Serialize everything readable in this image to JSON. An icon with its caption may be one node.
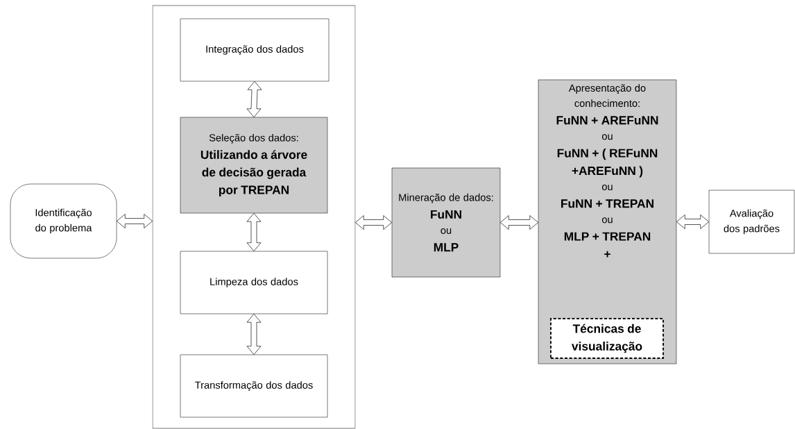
{
  "diagram": {
    "nodes": [
      {
        "text": [
          "Identificação do problema"
        ]
      },
      {
        "text": [],
        "shape": "box"
      },
      {
        "text": [
          "Integração dos dados"
        ],
        "in": 1
      },
      {
        "text": [
          "Seleção dos dados:",
          "Utilizando a árvore de decisão gerada por TREPAN"
        ],
        "in": 1
      },
      {
        "text": [
          "Limpeza dos dados"
        ],
        "in": 1
      },
      {
        "text": [
          "Transformação dos dados"
        ],
        "in": 1
      },
      {
        "text": [
          "Mineração de dados:",
          "FuNN",
          "ou",
          "MLP"
        ]
      },
      {
        "text": [
          "Apresentação do conhecimento:",
          "FuNN + AREFuNN",
          "ou",
          "FuNN + ( REFuNN +AREFuNN )",
          "ou",
          "FuNN + TREPAN",
          "ou",
          "MLP + TREPAN",
          "+"
        ]
      },
      {
        "text": [
          "Técnicas de visualização"
        ],
        "in": 7
      },
      {
        "text": [
          "Avaliação dos padrões"
        ]
      }
    ],
    "edges": [
      {
        "from": 0,
        "to": 1,
        "arrow": "both"
      },
      {
        "from": 2,
        "to": 3,
        "arrow": "both"
      },
      {
        "from": 3,
        "to": 4,
        "arrow": "both"
      },
      {
        "from": 4,
        "to": 5,
        "arrow": "both"
      },
      {
        "from": 1,
        "to": 6,
        "arrow": "both"
      },
      {
        "from": 6,
        "to": 7,
        "arrow": "both"
      },
      {
        "from": 7,
        "to": 9,
        "arrow": "both"
      }
    ]
  }
}
